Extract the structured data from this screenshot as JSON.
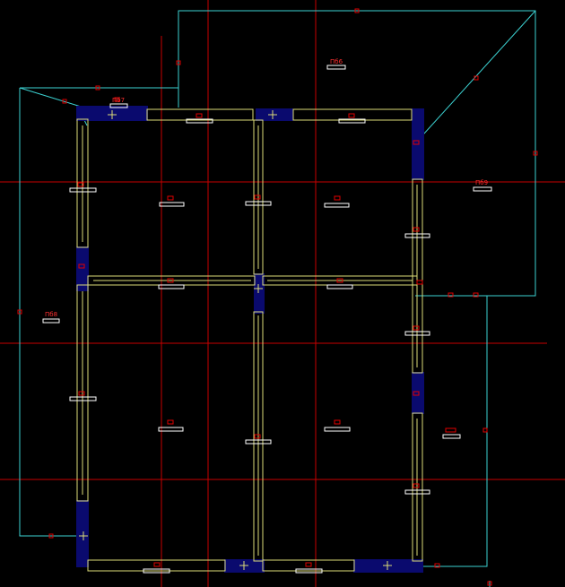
{
  "colors": {
    "background": "#000000",
    "grid": "#c80000",
    "outline": "#3cd2d2",
    "wall": "#dcdc78",
    "wall_fill": "#0a0a6e",
    "marker": "#e00000",
    "tag": "#ffffff",
    "label": "#ff3030"
  },
  "labels": {
    "room_6": "Пб6",
    "room_7": "Пб7",
    "room_8": "Пб8",
    "room_9": "Пб9"
  }
}
